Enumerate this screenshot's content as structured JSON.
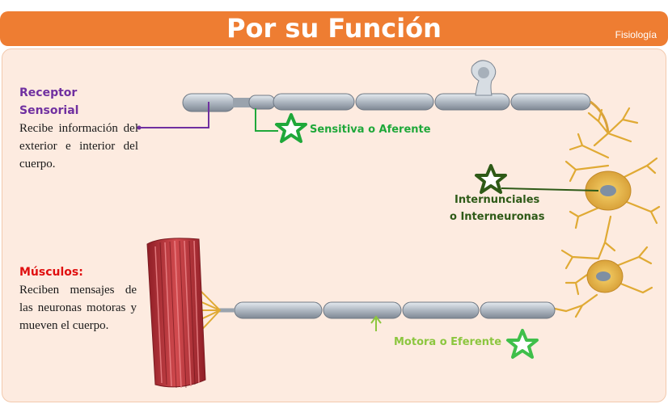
{
  "header": {
    "title": "Por su Función",
    "tag": "Fisiología"
  },
  "receptor": {
    "heading": "Receptor Sensorial",
    "body": "Recibe información del exterior e interior del cuerpo.",
    "heading_color": "#7030a0"
  },
  "musculos": {
    "heading": "Músculos:",
    "body": "Reciben mensajes de las neuronas motoras y mueven el cuerpo.",
    "heading_color": "#e01010"
  },
  "labels": {
    "sensitiva": {
      "text": "Sensitiva o Aferente",
      "color": "#1fa83a"
    },
    "internunciales_1": {
      "text": "Internunciales",
      "color": "#2e5a17"
    },
    "internunciales_2": {
      "text": "o Interneuronas",
      "color": "#2e5a17"
    },
    "motora": {
      "text": "Motora o Eferente",
      "color": "#8cc63f"
    }
  },
  "colors": {
    "header": "#ee7d32",
    "panel": "#fdebe0",
    "axon": "#b9c2cc",
    "dendrite": "#e8b33a",
    "muscle": "#b8323a"
  }
}
